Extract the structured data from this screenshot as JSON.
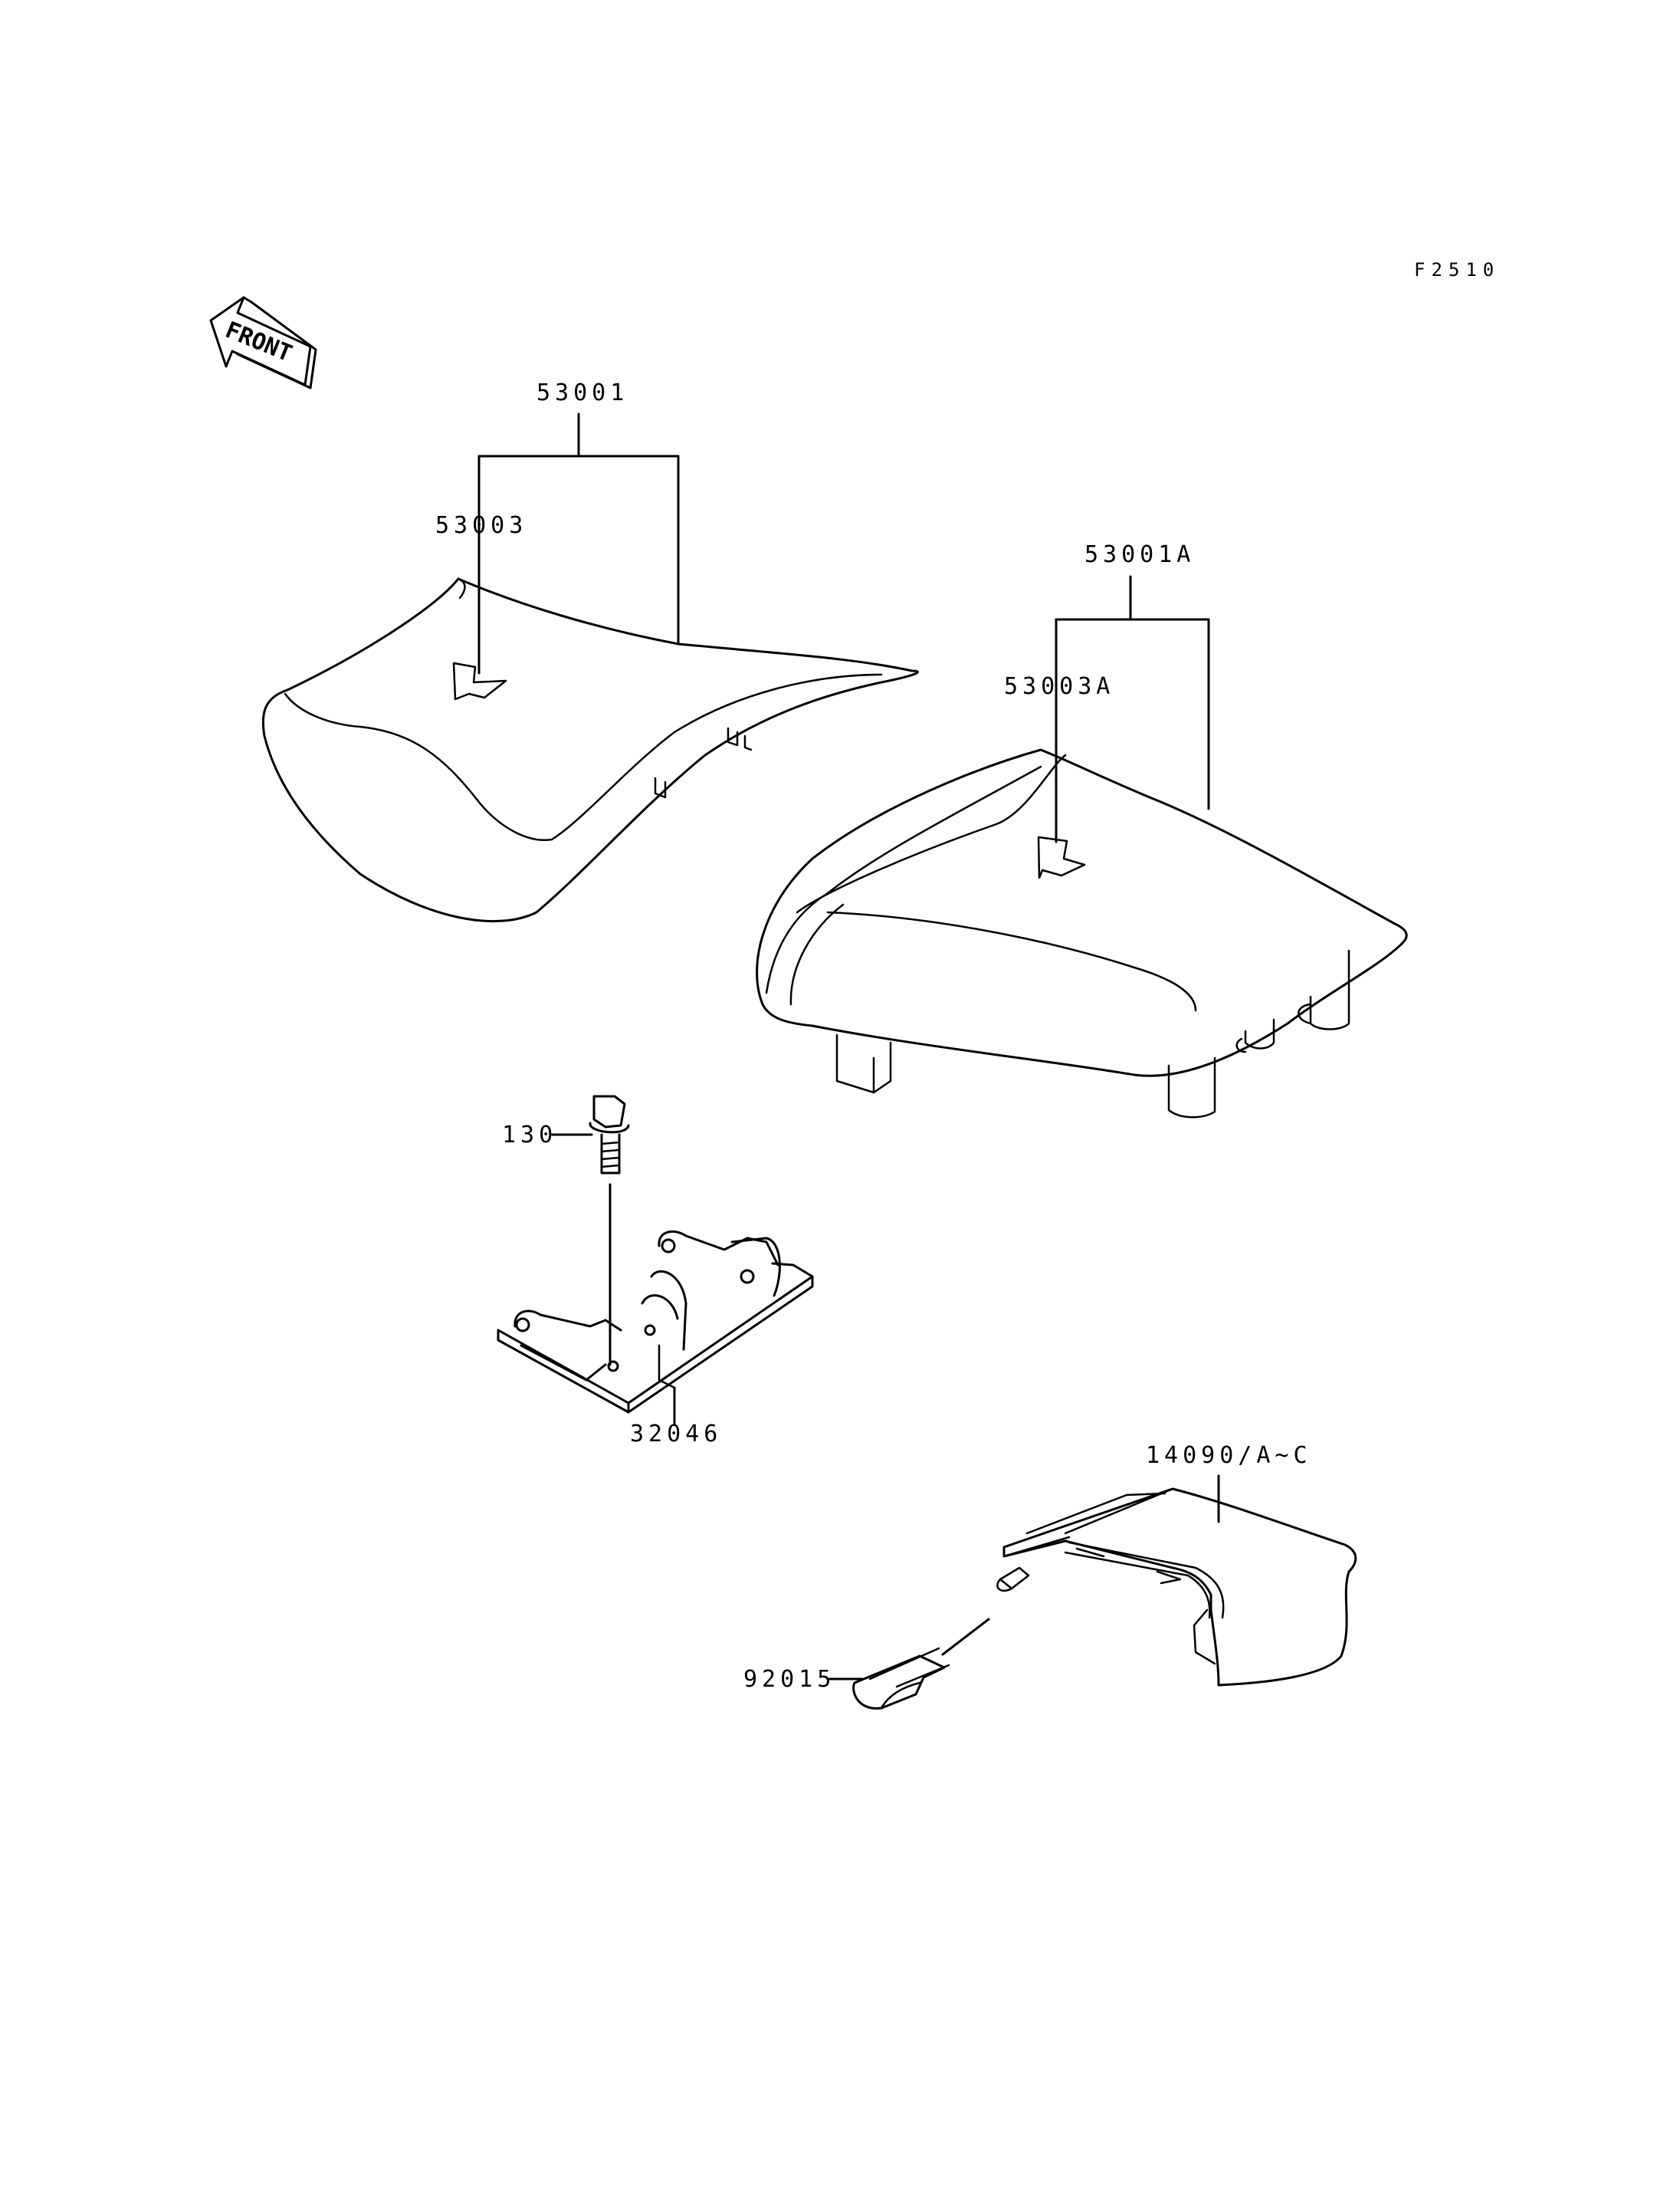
{
  "figure_code": "F2510",
  "front_label": "FRONT",
  "callouts": {
    "front_seat_assy": "53001",
    "front_seat_cover": "53003",
    "rear_seat_assy": "53001A",
    "rear_seat_cover": "53003A",
    "bolt": "130",
    "bracket": "32046",
    "cover": "14090/A~C",
    "clip": "92015"
  }
}
